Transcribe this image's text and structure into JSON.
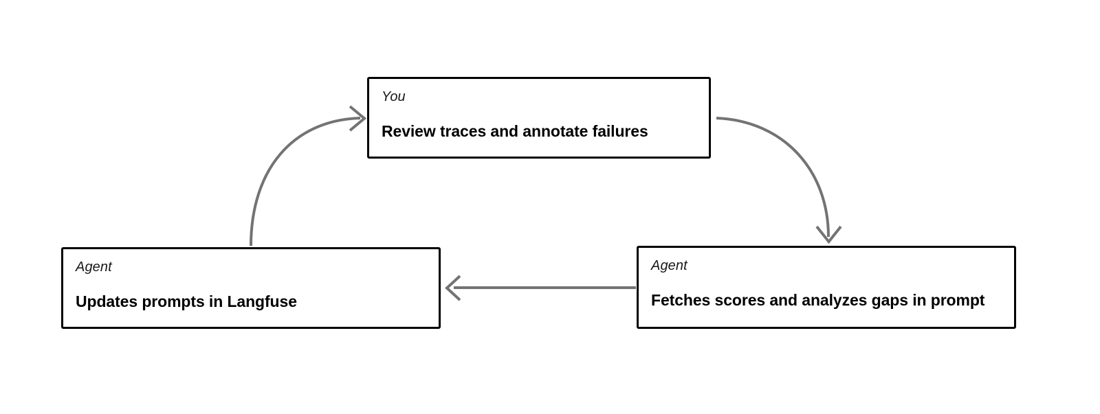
{
  "diagram": {
    "type": "cycle-flow",
    "background_color": "#ffffff",
    "node_border_color": "#000000",
    "edge_color": "#737373",
    "nodes": [
      {
        "id": "you-review",
        "role": "You",
        "title": "Review traces and annotate failures",
        "position": "top-center"
      },
      {
        "id": "agent-fetch",
        "role": "Agent",
        "title": "Fetches scores and analyzes gaps in prompt",
        "position": "bottom-right"
      },
      {
        "id": "agent-update",
        "role": "Agent",
        "title": "Updates prompts in Langfuse",
        "position": "bottom-left"
      }
    ],
    "edges": [
      {
        "id": "edge-you-to-fetch",
        "from": "you-review",
        "to": "agent-fetch",
        "style": "curved",
        "direction": "down-right"
      },
      {
        "id": "edge-fetch-to-update",
        "from": "agent-fetch",
        "to": "agent-update",
        "style": "straight",
        "direction": "left"
      },
      {
        "id": "edge-update-to-you",
        "from": "agent-update",
        "to": "you-review",
        "style": "curved",
        "direction": "up-right"
      }
    ]
  }
}
